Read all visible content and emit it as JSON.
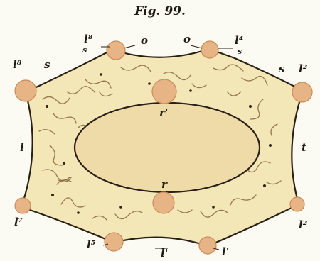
{
  "figure": {
    "title": "Fig. 99."
  },
  "labels": {
    "l8": "l⁸",
    "s_tl": "s",
    "l_top_left": "l⁸",
    "s_top_left_small": "s",
    "o_left": "o",
    "o_right": "o",
    "l_top_right": "l⁴",
    "s_top_right_small": "s",
    "s_tr": "s",
    "l2_top_right": "l²",
    "r_prime": "r'",
    "l_left": "l",
    "t_right": "t",
    "r": "r",
    "l7": "l⁷",
    "l2_right": "l²",
    "l5": "l⁵",
    "l_bottom": "l'",
    "l1": "l'"
  },
  "colors": {
    "cell_fill": "#f3e7b8",
    "outline": "#2a2015",
    "nucleus": "#eedba8",
    "node": "#e7b486",
    "node_edge": "#c98c59",
    "fiber": "#8a6a3e"
  }
}
